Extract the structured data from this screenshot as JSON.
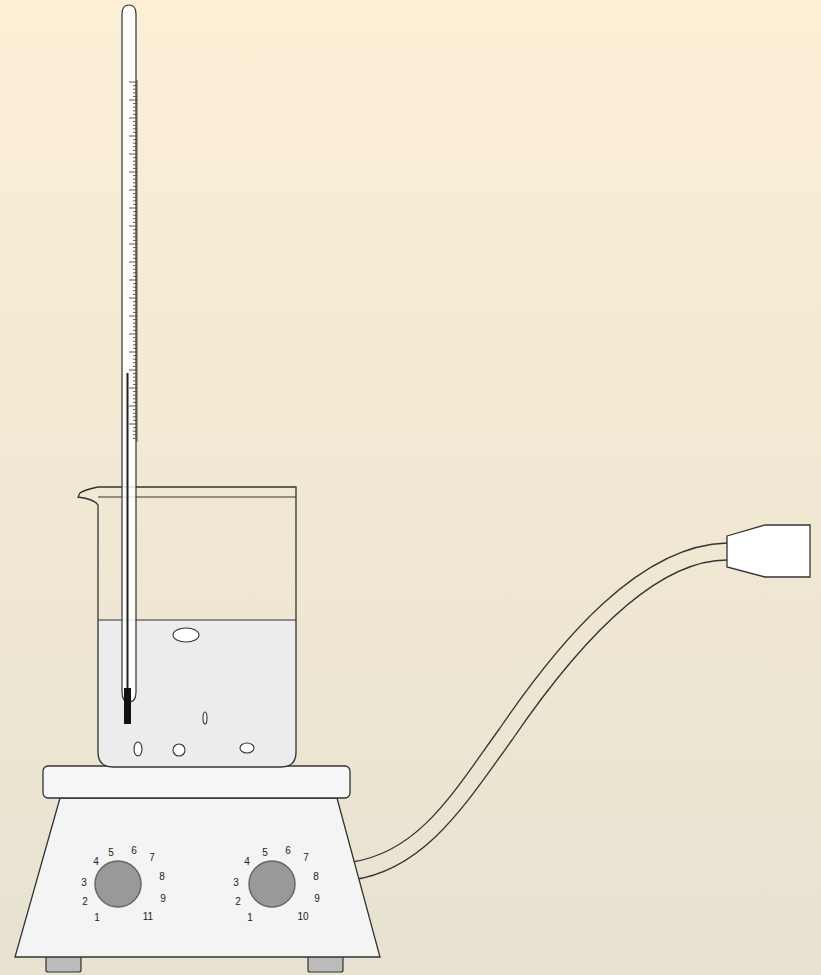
{
  "diagram": {
    "labels": [
      "4",
      "5",
      "6",
      "7",
      "3",
      "8",
      "2",
      "9",
      "1",
      "11",
      "4",
      "5",
      "6",
      "7",
      "3",
      "8",
      "2",
      "9",
      "1",
      "10"
    ]
  }
}
